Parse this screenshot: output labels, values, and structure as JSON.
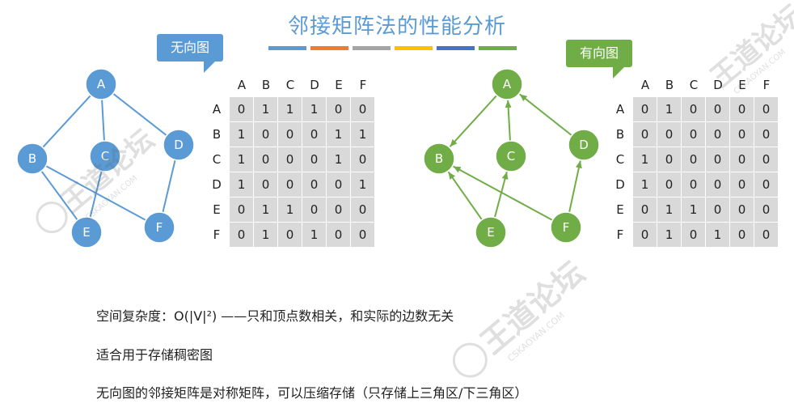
{
  "title": "邻接矩阵法的性能分析",
  "color_bars": [
    "#5b9bd5",
    "#ed7d31",
    "#a5a5a5",
    "#ffc000",
    "#4472c4",
    "#70ad47"
  ],
  "undirected": {
    "callout": "无向图",
    "color": "#5b9bd5",
    "nodes": [
      "A",
      "B",
      "C",
      "D",
      "E",
      "F"
    ],
    "edges": [
      [
        "A",
        "B"
      ],
      [
        "A",
        "C"
      ],
      [
        "A",
        "D"
      ],
      [
        "B",
        "E"
      ],
      [
        "B",
        "F"
      ],
      [
        "C",
        "E"
      ],
      [
        "D",
        "F"
      ]
    ],
    "col_headers": [
      "A",
      "B",
      "C",
      "D",
      "E",
      "F"
    ],
    "row_headers": [
      "A",
      "B",
      "C",
      "D",
      "E",
      "F"
    ],
    "matrix": [
      [
        "0",
        "1",
        "1",
        "1",
        "0",
        "0"
      ],
      [
        "1",
        "0",
        "0",
        "0",
        "1",
        "1"
      ],
      [
        "1",
        "0",
        "0",
        "0",
        "1",
        "0"
      ],
      [
        "1",
        "0",
        "0",
        "0",
        "0",
        "1"
      ],
      [
        "0",
        "1",
        "1",
        "0",
        "0",
        "0"
      ],
      [
        "0",
        "1",
        "0",
        "1",
        "0",
        "0"
      ]
    ]
  },
  "directed": {
    "callout": "有向图",
    "color": "#70ad47",
    "nodes": [
      "A",
      "B",
      "C",
      "D",
      "E",
      "F"
    ],
    "edges": [
      [
        "A",
        "B"
      ],
      [
        "C",
        "A"
      ],
      [
        "D",
        "A"
      ],
      [
        "E",
        "B"
      ],
      [
        "E",
        "C"
      ],
      [
        "F",
        "B"
      ],
      [
        "F",
        "D"
      ]
    ],
    "col_headers": [
      "A",
      "B",
      "C",
      "D",
      "E",
      "F"
    ],
    "row_headers": [
      "A",
      "B",
      "C",
      "D",
      "E",
      "F"
    ],
    "matrix": [
      [
        "0",
        "1",
        "0",
        "0",
        "0",
        "0"
      ],
      [
        "0",
        "0",
        "0",
        "0",
        "0",
        "0"
      ],
      [
        "1",
        "0",
        "0",
        "0",
        "0",
        "0"
      ],
      [
        "1",
        "0",
        "0",
        "0",
        "0",
        "0"
      ],
      [
        "0",
        "1",
        "1",
        "0",
        "0",
        "0"
      ],
      [
        "0",
        "1",
        "0",
        "1",
        "0",
        "0"
      ]
    ]
  },
  "notes": [
    "空间复杂度：O(|V|²)   ——只和顶点数相关，和实际的边数无关",
    "适合用于存储稠密图",
    "无向图的邻接矩阵是对称矩阵，可以压缩存储（只存储上三角区/下三角区）"
  ],
  "watermark": {
    "text": "王道论坛",
    "url": "CSKAOYAN.COM"
  }
}
